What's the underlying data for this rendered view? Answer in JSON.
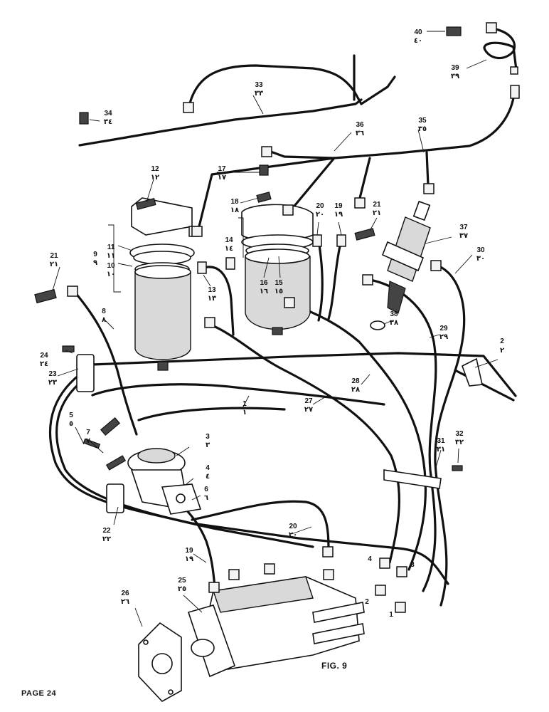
{
  "figure": {
    "caption": "FIG. 9"
  },
  "page": {
    "label": "PAGE 24"
  },
  "callouts": [
    {
      "id": "1",
      "num": "1",
      "ar": "١"
    },
    {
      "id": "2",
      "num": "2",
      "ar": "٢"
    },
    {
      "id": "3",
      "num": "3",
      "ar": "٣"
    },
    {
      "id": "4",
      "num": "4",
      "ar": "٤"
    },
    {
      "id": "5",
      "num": "5",
      "ar": "٥"
    },
    {
      "id": "6",
      "num": "6",
      "ar": "٦"
    },
    {
      "id": "7",
      "num": "7",
      "ar": "٧"
    },
    {
      "id": "8",
      "num": "8",
      "ar": "٨"
    },
    {
      "id": "9",
      "num": "9",
      "ar": "٩"
    },
    {
      "id": "10",
      "num": "10",
      "ar": "١٠"
    },
    {
      "id": "11",
      "num": "11",
      "ar": "١١"
    },
    {
      "id": "12",
      "num": "12",
      "ar": "١٢"
    },
    {
      "id": "13",
      "num": "13",
      "ar": "١٣"
    },
    {
      "id": "14",
      "num": "14",
      "ar": "١٤"
    },
    {
      "id": "15",
      "num": "15",
      "ar": "١٥"
    },
    {
      "id": "16",
      "num": "16",
      "ar": "١٦"
    },
    {
      "id": "17",
      "num": "17",
      "ar": "١٧"
    },
    {
      "id": "18",
      "num": "18",
      "ar": "١٨"
    },
    {
      "id": "19a",
      "num": "19",
      "ar": "١٩"
    },
    {
      "id": "19b",
      "num": "19",
      "ar": "١٩"
    },
    {
      "id": "20a",
      "num": "20",
      "ar": "٢٠"
    },
    {
      "id": "20b",
      "num": "20",
      "ar": "٢٠"
    },
    {
      "id": "21a",
      "num": "21",
      "ar": "٢١"
    },
    {
      "id": "21b",
      "num": "21",
      "ar": "٢١"
    },
    {
      "id": "22",
      "num": "22",
      "ar": "٢٢"
    },
    {
      "id": "23",
      "num": "23",
      "ar": "٢٣"
    },
    {
      "id": "24",
      "num": "24",
      "ar": "٢٤"
    },
    {
      "id": "25",
      "num": "25",
      "ar": "٢٥"
    },
    {
      "id": "26",
      "num": "26",
      "ar": "٢٦"
    },
    {
      "id": "27",
      "num": "27",
      "ar": "٢٧"
    },
    {
      "id": "28",
      "num": "28",
      "ar": "٢٨"
    },
    {
      "id": "29",
      "num": "29",
      "ar": "٢٩"
    },
    {
      "id": "30",
      "num": "30",
      "ar": "٣٠"
    },
    {
      "id": "31",
      "num": "31",
      "ar": "٣١"
    },
    {
      "id": "32",
      "num": "32",
      "ar": "٣٢"
    },
    {
      "id": "33",
      "num": "33",
      "ar": "٣٣"
    },
    {
      "id": "34",
      "num": "34",
      "ar": "٣٤"
    },
    {
      "id": "35",
      "num": "35",
      "ar": "٣٥"
    },
    {
      "id": "36",
      "num": "36",
      "ar": "٣٦"
    },
    {
      "id": "37",
      "num": "37",
      "ar": "٣٧"
    },
    {
      "id": "38",
      "num": "38",
      "ar": "٣٨"
    },
    {
      "id": "39",
      "num": "39",
      "ar": "٣٩"
    },
    {
      "id": "40",
      "num": "40",
      "ar": "٤٠"
    }
  ],
  "pipe_numbers": [
    "1",
    "2",
    "3",
    "4"
  ]
}
